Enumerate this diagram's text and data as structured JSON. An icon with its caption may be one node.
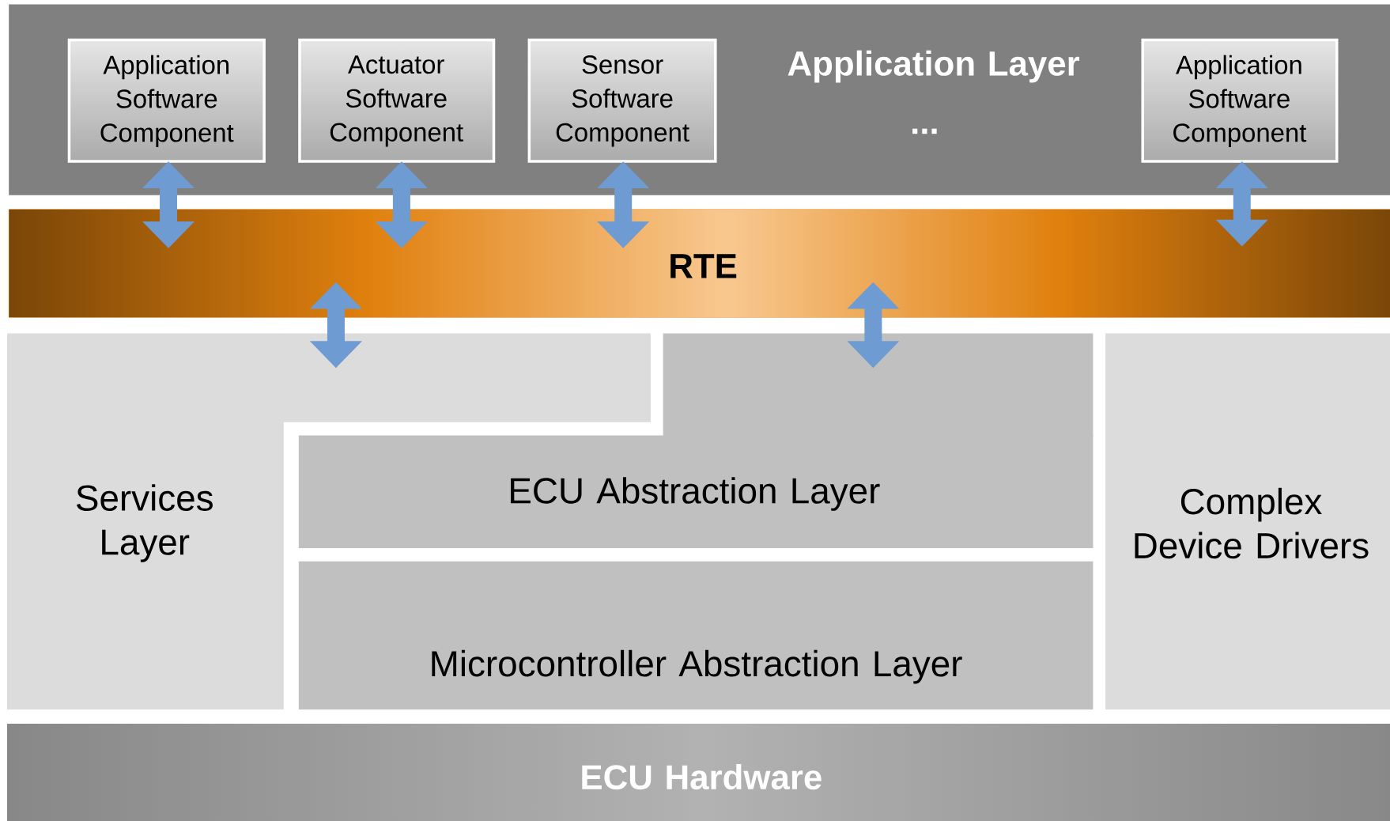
{
  "diagram": {
    "nodes": [
      {
        "text": [
          "Application Layer"
        ]
      },
      {
        "text": [
          "Application Software Component"
        ],
        "in": 0
      },
      {
        "text": [
          "Actuator Software Component"
        ],
        "in": 0
      },
      {
        "text": [
          "Sensor Software Component"
        ],
        "in": 0
      },
      {
        "text": [
          "Application Software Component"
        ],
        "in": 0
      },
      {
        "text": [
          "RTE"
        ]
      },
      {
        "text": [
          "Services Layer"
        ]
      },
      {
        "text": [
          "ECU Abstraction Layer"
        ]
      },
      {
        "text": [
          "Microcontroller Abstraction Layer"
        ]
      },
      {
        "text": [
          "Complex Device Drivers"
        ]
      },
      {
        "text": [
          "ECU Hardware"
        ]
      }
    ],
    "edges": [
      {
        "from": 1,
        "to": 5,
        "arrow": "both"
      },
      {
        "from": 2,
        "to": 5,
        "arrow": "both"
      },
      {
        "from": 3,
        "to": 5,
        "arrow": "both"
      },
      {
        "from": 4,
        "to": 5,
        "arrow": "both"
      },
      {
        "from": 5,
        "to": 6,
        "arrow": "both"
      },
      {
        "from": 5,
        "to": 7,
        "arrow": "both"
      }
    ],
    "labels": [
      "..."
    ]
  }
}
